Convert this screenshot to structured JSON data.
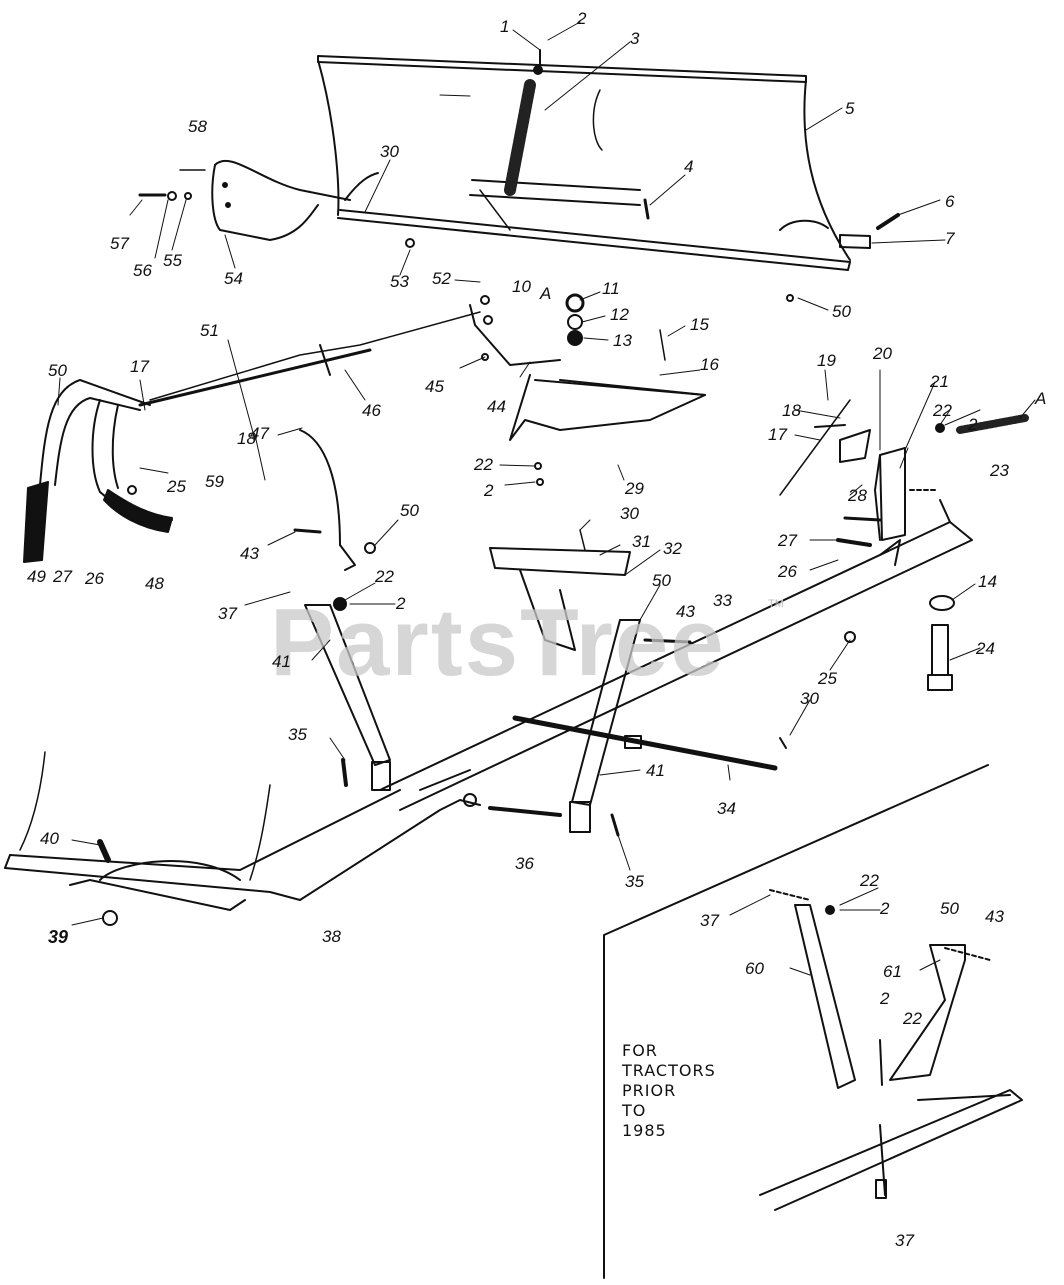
{
  "watermark": {
    "text": "PartsTree",
    "mark": "TM"
  },
  "note": {
    "lines": [
      "FOR",
      "TRACTORS",
      "PRIOR",
      "TO",
      "1985"
    ]
  },
  "callouts": [
    {
      "id": "c1",
      "text": "1"
    },
    {
      "id": "c2a",
      "text": "2"
    },
    {
      "id": "c3",
      "text": "3"
    },
    {
      "id": "c5",
      "text": "5"
    },
    {
      "id": "c58",
      "text": "58"
    },
    {
      "id": "c30a",
      "text": "30"
    },
    {
      "id": "c4",
      "text": "4"
    },
    {
      "id": "c6",
      "text": "6"
    },
    {
      "id": "c7",
      "text": "7"
    },
    {
      "id": "c57",
      "text": "57"
    },
    {
      "id": "c56",
      "text": "56"
    },
    {
      "id": "c55",
      "text": "55"
    },
    {
      "id": "c54",
      "text": "54"
    },
    {
      "id": "c53",
      "text": "53"
    },
    {
      "id": "c52",
      "text": "52"
    },
    {
      "id": "c10",
      "text": "10"
    },
    {
      "id": "cA1",
      "text": "A"
    },
    {
      "id": "c11",
      "text": "11"
    },
    {
      "id": "c12",
      "text": "12"
    },
    {
      "id": "c13",
      "text": "13"
    },
    {
      "id": "c15",
      "text": "15"
    },
    {
      "id": "c50a",
      "text": "50"
    },
    {
      "id": "c51",
      "text": "51"
    },
    {
      "id": "c50b",
      "text": "50"
    },
    {
      "id": "c17a",
      "text": "17"
    },
    {
      "id": "c46",
      "text": "46"
    },
    {
      "id": "c45",
      "text": "45"
    },
    {
      "id": "c44",
      "text": "44"
    },
    {
      "id": "c16",
      "text": "16"
    },
    {
      "id": "c19",
      "text": "19"
    },
    {
      "id": "c20",
      "text": "20"
    },
    {
      "id": "c21",
      "text": "21"
    },
    {
      "id": "c2b",
      "text": "2"
    },
    {
      "id": "cA2",
      "text": "A"
    },
    {
      "id": "c18a",
      "text": "18"
    },
    {
      "id": "c22a",
      "text": "22"
    },
    {
      "id": "c17b",
      "text": "17"
    },
    {
      "id": "c23",
      "text": "23"
    },
    {
      "id": "c18b",
      "text": "18"
    },
    {
      "id": "c59",
      "text": "59"
    },
    {
      "id": "c47",
      "text": "47"
    },
    {
      "id": "c25a",
      "text": "25"
    },
    {
      "id": "c22b",
      "text": "22"
    },
    {
      "id": "c2c",
      "text": "2"
    },
    {
      "id": "c29",
      "text": "29"
    },
    {
      "id": "c28",
      "text": "28"
    },
    {
      "id": "c49",
      "text": "49"
    },
    {
      "id": "c27a",
      "text": "27"
    },
    {
      "id": "c26a",
      "text": "26"
    },
    {
      "id": "c48",
      "text": "48"
    },
    {
      "id": "c50c",
      "text": "50"
    },
    {
      "id": "c43a",
      "text": "43"
    },
    {
      "id": "c30b",
      "text": "30"
    },
    {
      "id": "c31",
      "text": "31"
    },
    {
      "id": "c32",
      "text": "32"
    },
    {
      "id": "c27b",
      "text": "27"
    },
    {
      "id": "c26b",
      "text": "26"
    },
    {
      "id": "c14",
      "text": "14"
    },
    {
      "id": "c22c",
      "text": "22"
    },
    {
      "id": "c37a",
      "text": "37"
    },
    {
      "id": "c2d",
      "text": "2"
    },
    {
      "id": "c50d",
      "text": "50"
    },
    {
      "id": "c33",
      "text": "33"
    },
    {
      "id": "c43b",
      "text": "43"
    },
    {
      "id": "c24",
      "text": "24"
    },
    {
      "id": "c41a",
      "text": "41"
    },
    {
      "id": "c25b",
      "text": "25"
    },
    {
      "id": "c30c",
      "text": "30"
    },
    {
      "id": "c35a",
      "text": "35"
    },
    {
      "id": "c41b",
      "text": "41"
    },
    {
      "id": "c34",
      "text": "34"
    },
    {
      "id": "c40",
      "text": "40"
    },
    {
      "id": "c36",
      "text": "36"
    },
    {
      "id": "c35b",
      "text": "35"
    },
    {
      "id": "c22d",
      "text": "22"
    },
    {
      "id": "c2e",
      "text": "2"
    },
    {
      "id": "c50e",
      "text": "50"
    },
    {
      "id": "c43c",
      "text": "43"
    },
    {
      "id": "c37b",
      "text": "37"
    },
    {
      "id": "c39",
      "text": "39"
    },
    {
      "id": "c38",
      "text": "38"
    },
    {
      "id": "c60",
      "text": "60"
    },
    {
      "id": "c61",
      "text": "61"
    },
    {
      "id": "c2f",
      "text": "2"
    },
    {
      "id": "c22e",
      "text": "22"
    },
    {
      "id": "c37c",
      "text": "37"
    }
  ]
}
